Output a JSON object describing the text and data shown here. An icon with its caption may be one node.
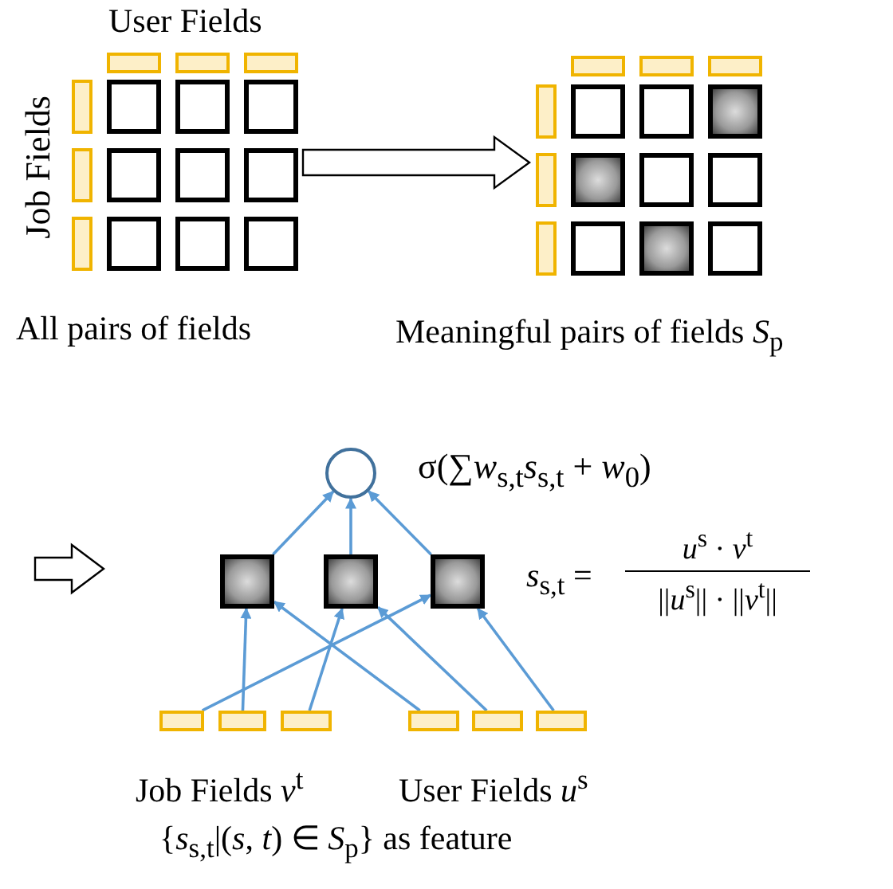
{
  "diagram": {
    "nodes": [
      {
        "text": [],
        "shape": "picture",
        "beside": [
          "User Fields",
          "Job Fields",
          "All pairs of fields"
        ]
      },
      {
        "text": [],
        "shape": "picture",
        "beside": [
          "Meaningful pairs of fields *S*$_{p}$"
        ]
      },
      {
        "text": [],
        "shape": "circle",
        "beside": [
          "σ(∑*w*$_{s,t}$*s*$_{s,t}$ + *w*$_{0}$)"
        ]
      },
      {
        "text": [],
        "shape": "box"
      },
      {
        "text": [],
        "shape": "box"
      },
      {
        "text": [],
        "shape": "box"
      },
      {
        "text": [],
        "shape": "bar"
      },
      {
        "text": [],
        "shape": "bar"
      },
      {
        "text": [],
        "shape": "bar"
      },
      {
        "text": [],
        "shape": "bar"
      },
      {
        "text": [],
        "shape": "bar"
      },
      {
        "text": [],
        "shape": "bar"
      }
    ],
    "edges": [
      {
        "from": 0,
        "to": 1,
        "arrow": "to",
        "color": "#000000"
      },
      {
        "from": 6,
        "to": 5,
        "arrow": "to"
      },
      {
        "from": 7,
        "to": 3,
        "arrow": "to"
      },
      {
        "from": 8,
        "to": 4,
        "arrow": "to"
      },
      {
        "from": 9,
        "to": 3,
        "arrow": "to"
      },
      {
        "from": 10,
        "to": 4,
        "arrow": "to"
      },
      {
        "from": 11,
        "to": 5,
        "arrow": "to"
      },
      {
        "from": 3,
        "to": 2,
        "arrow": "to"
      },
      {
        "from": 4,
        "to": 2,
        "arrow": "to"
      },
      {
        "from": 5,
        "to": 2,
        "arrow": "to"
      }
    ],
    "labels": [
      "*s*$_{s,t}$ =",
      "*u*$^{s}$ · *v*$^{t}$",
      "||*u*$^{s}$|| · ||*v*$^{t}$||",
      "Job Fields *v*$^{t}$",
      "User Fields *u*$^{s}$",
      "{*s*$_{s,t}$|(*s*, *t*) ∈ *S*$_{p}$} as feature"
    ]
  }
}
